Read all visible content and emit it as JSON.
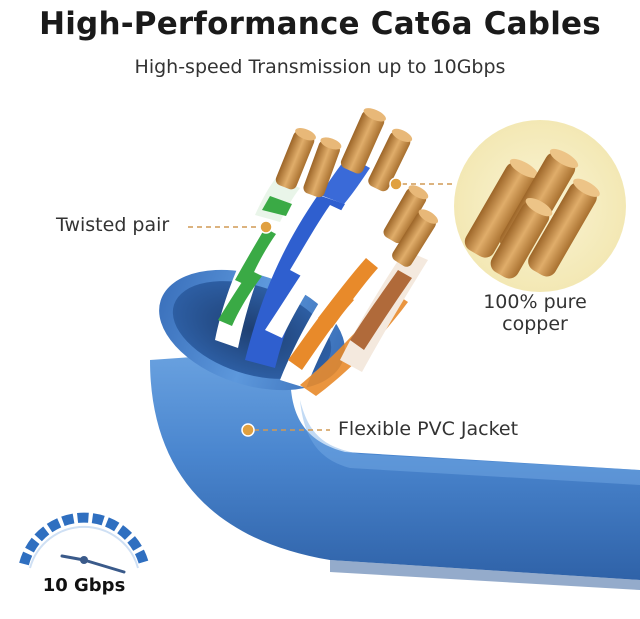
{
  "header": {
    "title": "High-Performance Cat6a Cables",
    "subtitle": "High-speed Transmission up to 10Gbps"
  },
  "callouts": {
    "twisted_pair": "Twisted pair",
    "copper_line1": "100% pure",
    "copper_line2": "copper",
    "jacket": "Flexible PVC Jacket"
  },
  "speed_badge": {
    "label": "10 Gbps"
  },
  "colors": {
    "jacket_blue": "#4a86cf",
    "jacket_dark": "#2f62a8",
    "copper": "#c8904a",
    "copper_circle_bg": "#f7efc4",
    "gauge_blue": "#2f6fc0",
    "dot_orange": "#e0a040",
    "pair_green": "#3aaa45",
    "pair_blue": "#2f5fcf",
    "pair_orange": "#e88a2a",
    "pair_brown": "#b06a3a"
  },
  "icons": [
    "copper-strand-icon",
    "speedometer-icon"
  ]
}
